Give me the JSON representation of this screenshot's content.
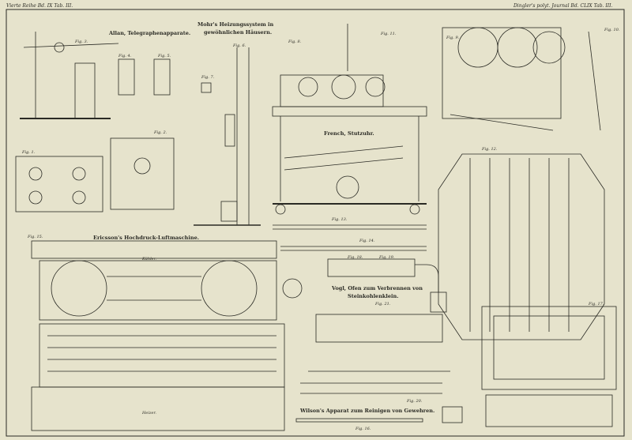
{
  "header": {
    "left": "Vierte Reihe Bd. IX Tab. III.",
    "right": "Dingler's polyt. Journal Bd. CLIX Tab. III."
  },
  "titles": {
    "allan": "Allan, Telegraphenapparate.",
    "mohr_1": "Mohr's Heizungssystem in",
    "mohr_2": "gewöhnlichen Häusern.",
    "french": "French, Stutzuhr.",
    "ericsson": "Ericsson's Hochdruck-Luftmaschine.",
    "vogl_1": "Vogl, Ofen zum Verbrennen von",
    "vogl_2": "Steinkohlenklein.",
    "wilson": "Wilson's Apparat zum Reinigen von Gewehren."
  },
  "figures": {
    "f1": "Fig. 1.",
    "f2": "Fig. 2.",
    "f3": "Fig. 3.",
    "f4": "Fig. 4.",
    "f5": "Fig. 5.",
    "f6": "Fig. 6.",
    "f7": "Fig. 7.",
    "f8": "Fig. 8.",
    "f9": "Fig. 9.",
    "f10": "Fig. 10.",
    "f11": "Fig. 11.",
    "f12": "Fig. 12.",
    "f13": "Fig. 13.",
    "f14": "Fig. 14.",
    "f15": "Fig. 15.",
    "f16": "Fig. 16.",
    "f17": "Fig. 17.",
    "f18": "Fig. 18.",
    "f19": "Fig. 19.",
    "f20": "Fig. 20.",
    "f21": "Fig. 21."
  },
  "labels": {
    "kuehler": "Kühler.",
    "heizer": "Heizer."
  },
  "colors": {
    "paper": "#e6e3cc",
    "ink": "#2a2a24"
  }
}
